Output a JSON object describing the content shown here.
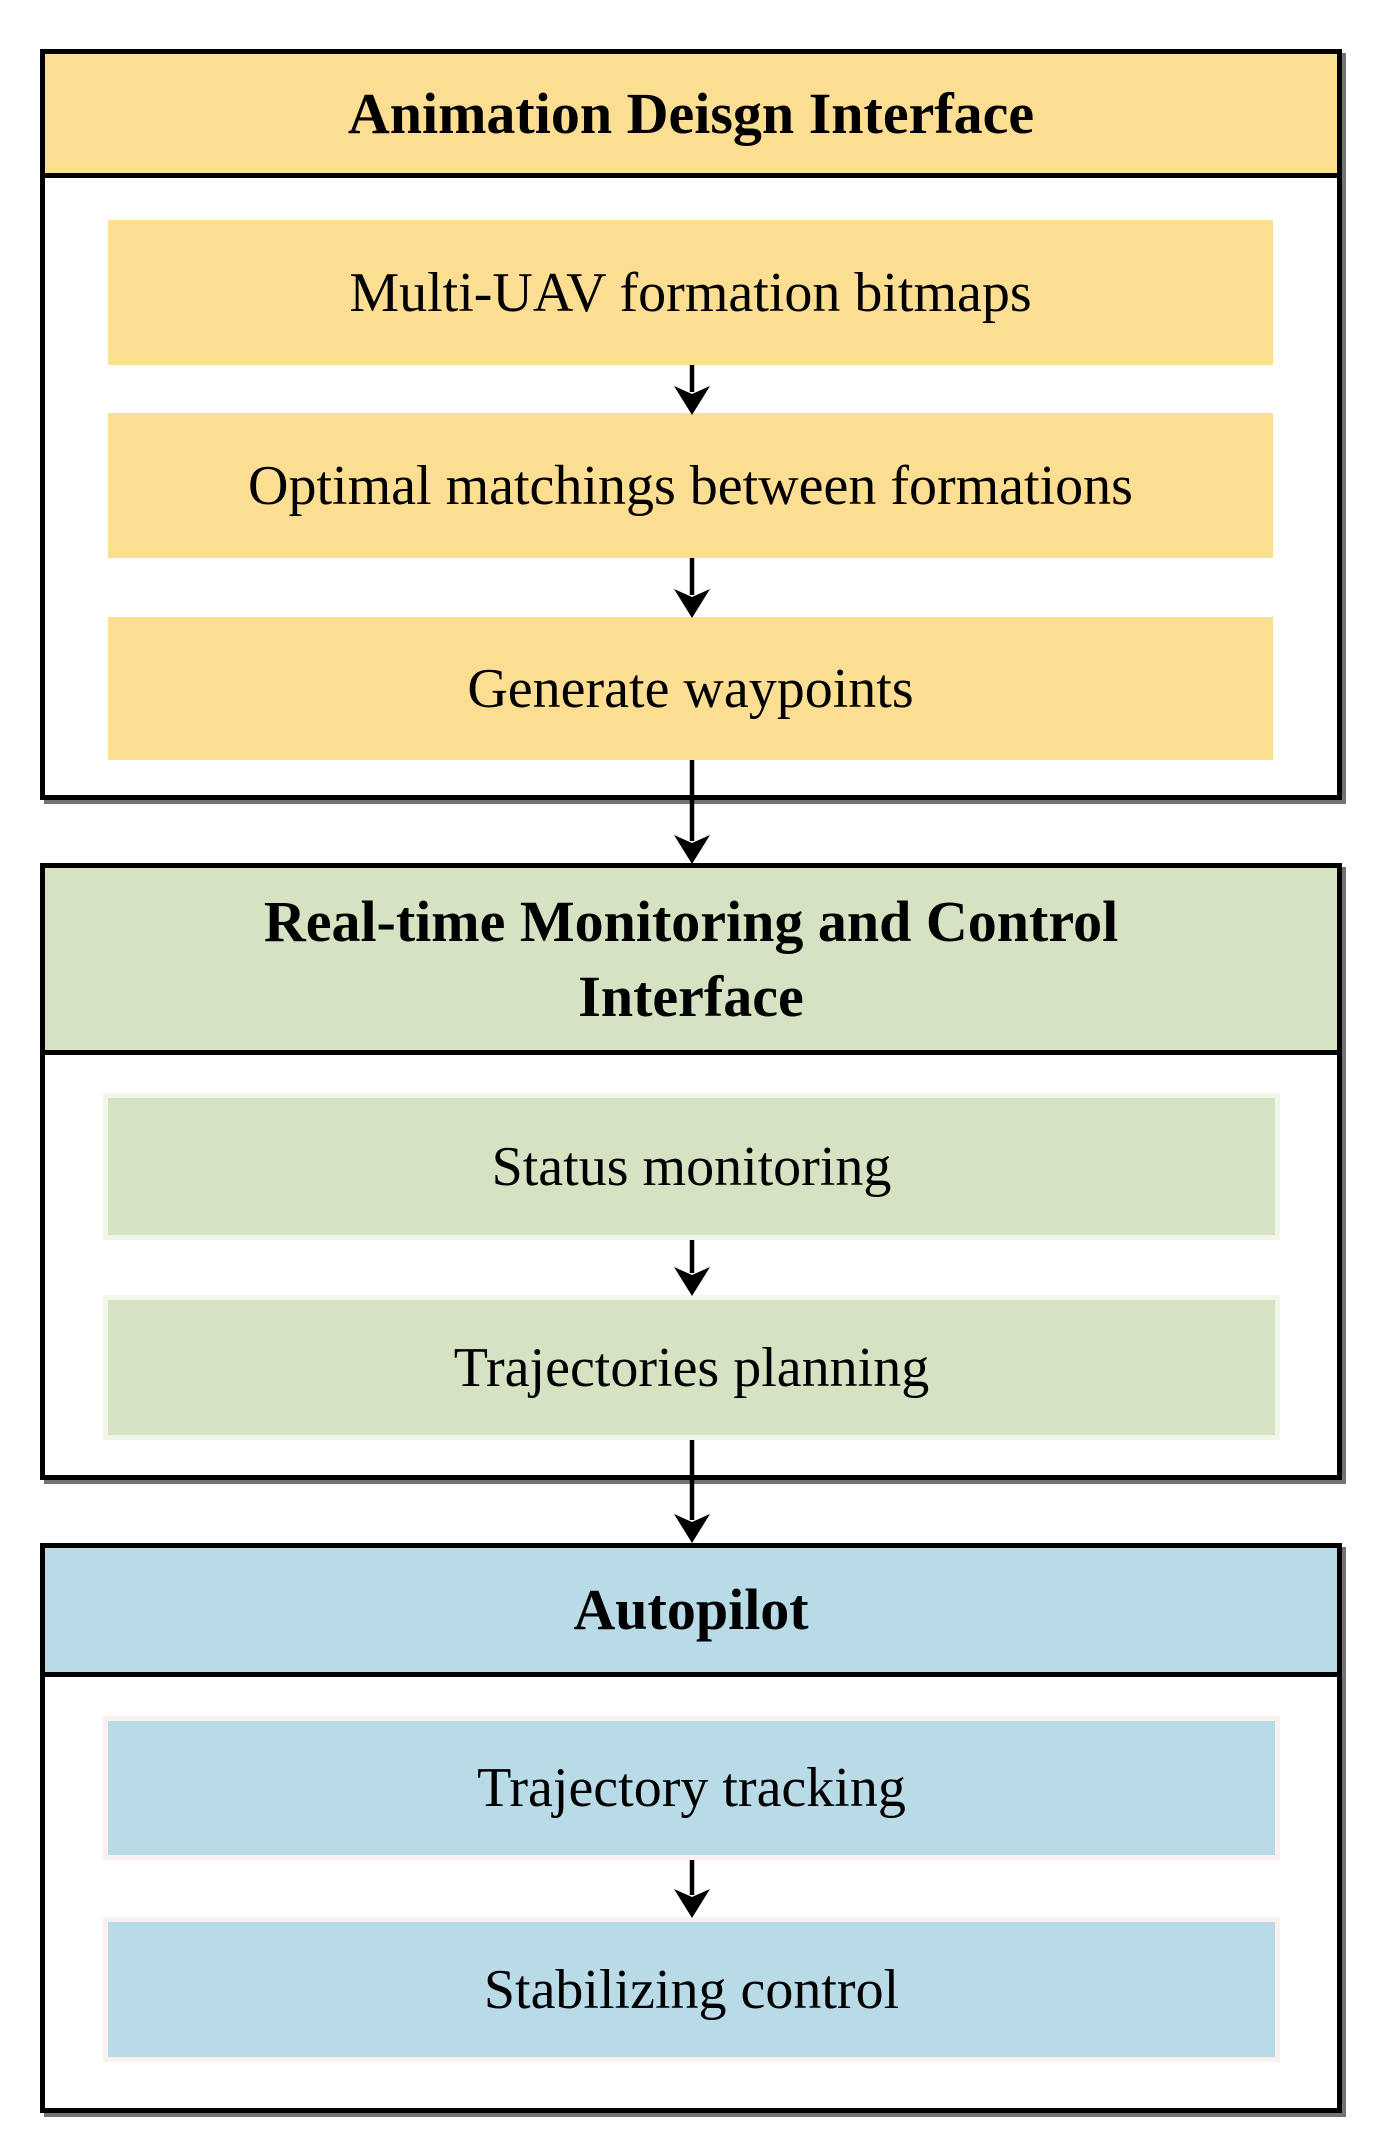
{
  "diagram": {
    "kind": "flowchart",
    "sections": [
      {
        "title": "Animation Deisgn Interface",
        "color": "#FBDE92",
        "steps": [
          "Multi-UAV formation bitmaps",
          "Optimal matchings between formations",
          "Generate waypoints"
        ]
      },
      {
        "title": "Real-time Monitoring and Control Interface",
        "color": "#D6E3C3",
        "steps": [
          "Status monitoring",
          "Trajectories planning"
        ]
      },
      {
        "title": "Autopilot",
        "color": "#B9DBE8",
        "steps": [
          "Trajectory tracking",
          "Stabilizing control"
        ]
      }
    ],
    "colors": {
      "yellow": "#FBDE92",
      "green": "#D6E3C3",
      "green_edge": "#F2F6E8",
      "blue": "#B9DBE8",
      "blue_edge": "#F8F1F0",
      "border": "#000000",
      "arrow": "#000000",
      "background": "#FFFFFF"
    }
  }
}
